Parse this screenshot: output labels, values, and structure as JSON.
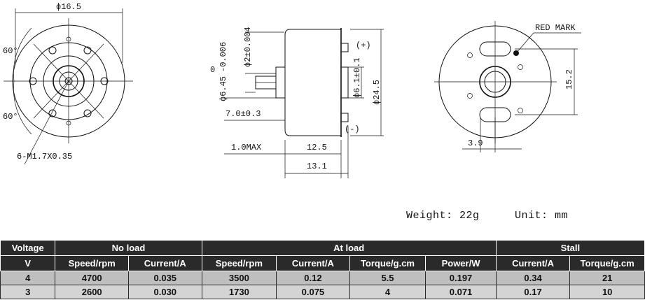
{
  "drawing": {
    "front": {
      "diameter": "ϕ16.5",
      "angle_top": "60°",
      "angle_bottom": "60°",
      "screws": "6-M1.7X0.35"
    },
    "side": {
      "shaft_dia_upper": "0",
      "shaft_dia_lower": "-0.006",
      "shaft_dia": "ϕ6.45",
      "boss_dia": "ϕ2±0.004",
      "bearing_dia": "ϕ6.1±0.1",
      "body_dia": "ϕ24.5",
      "shaft_len": "7.0±0.3",
      "max_len": "1.0MAX",
      "body_len": "12.5",
      "total_len": "13.1",
      "terminal_plus": "(+)",
      "terminal_minus": "(-)"
    },
    "rear": {
      "mark": "RED MARK",
      "height": "15.2",
      "offset": "3.9"
    }
  },
  "info": {
    "weight": "Weight: 22g",
    "unit": "Unit: mm"
  },
  "table": {
    "header_top": [
      "Voltage",
      "No load",
      "At load",
      "Stall"
    ],
    "header_sub": [
      "V",
      "Speed/rpm",
      "Current/A",
      "Speed/rpm",
      "Current/A",
      "Torque/g.cm",
      "Power/W",
      "Current/A",
      "Torque/g.cm"
    ],
    "rows": [
      [
        "4",
        "4700",
        "0.035",
        "3500",
        "0.12",
        "5.5",
        "0.197",
        "0.34",
        "21"
      ],
      [
        "3",
        "2600",
        "0.030",
        "1730",
        "0.075",
        "4",
        "0.071",
        "0.17",
        "10"
      ]
    ]
  },
  "colors": {
    "header_bg": "#2a2a2a",
    "row_bg": "#bfbfbf",
    "row_alt_bg": "#d4d4d4",
    "ink": "#111111"
  }
}
